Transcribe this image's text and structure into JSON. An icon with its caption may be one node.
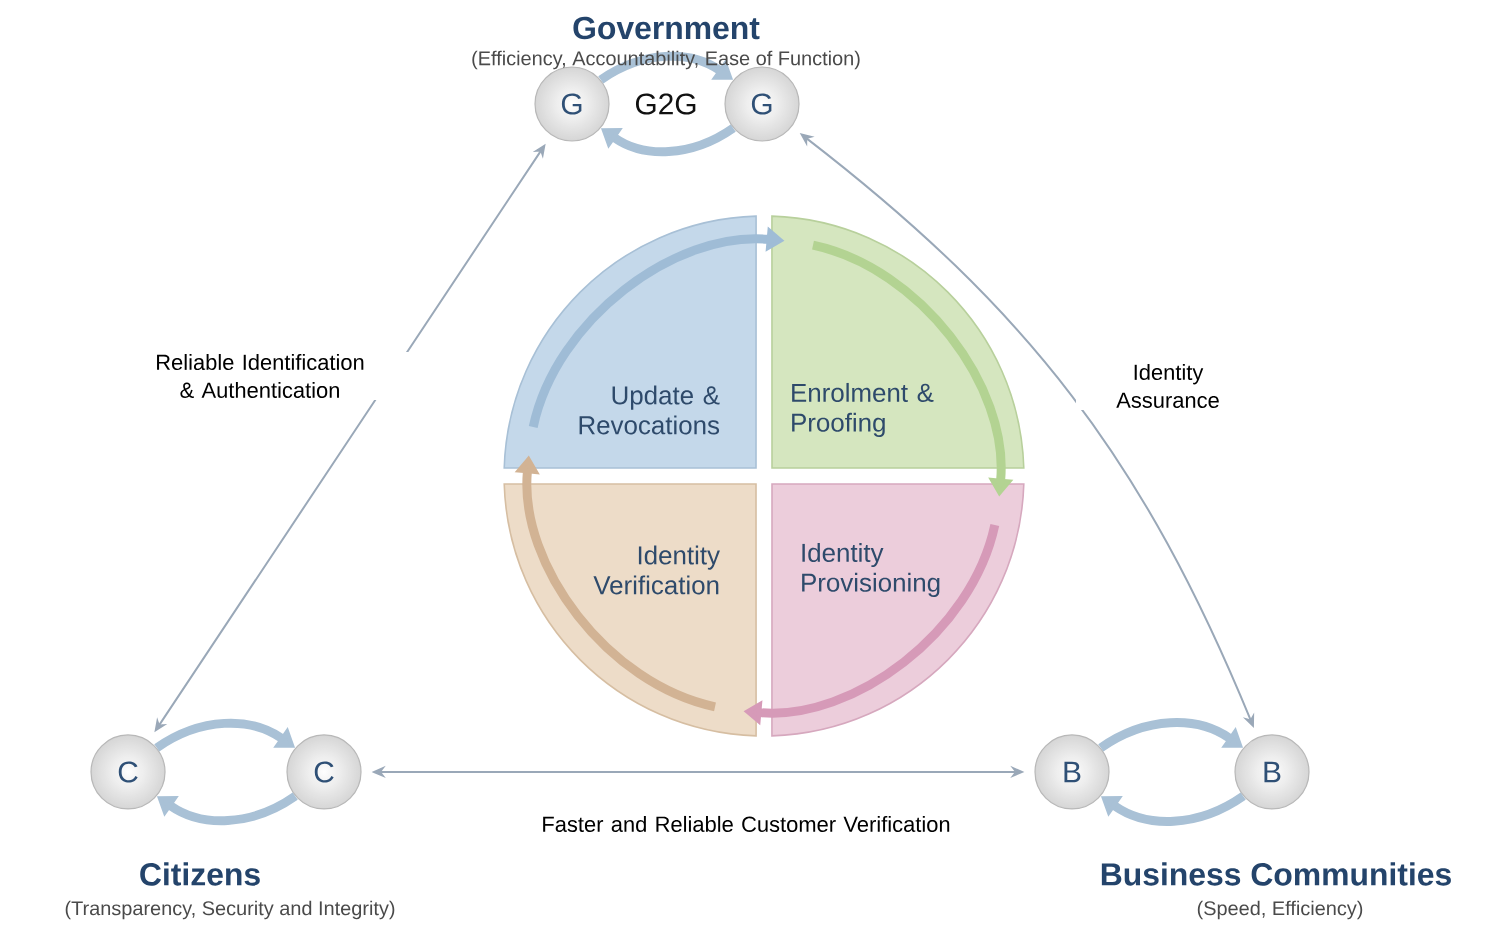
{
  "diagram": {
    "nodes": [
      {
        "text": [
          "G"
        ]
      },
      {
        "text": [
          "G"
        ]
      },
      {
        "text": [
          "C"
        ]
      },
      {
        "text": [
          "C"
        ]
      },
      {
        "text": [
          "B"
        ]
      },
      {
        "text": [
          "B"
        ]
      },
      {
        "text": [
          "Update & Revocations"
        ]
      },
      {
        "text": [
          "Enrolment & Proofing"
        ]
      },
      {
        "text": [
          "Identity Verification"
        ]
      },
      {
        "text": [
          "Identity Provisioning"
        ]
      }
    ],
    "edges": [
      {
        "from": 0,
        "to": 1,
        "arrow": "to",
        "color": "#a9c1d6"
      },
      {
        "from": 1,
        "to": 0,
        "arrow": "to",
        "color": "#a9c1d6"
      },
      {
        "from": 2,
        "to": 3,
        "arrow": "to",
        "color": "#a9c1d6"
      },
      {
        "from": 3,
        "to": 2,
        "arrow": "to",
        "color": "#a9c1d6"
      },
      {
        "from": 4,
        "to": 5,
        "arrow": "to",
        "color": "#a9c1d6"
      },
      {
        "from": 5,
        "to": 4,
        "arrow": "to",
        "color": "#a9c1d6"
      },
      {
        "from": 6,
        "to": 7,
        "arrow": "to",
        "color": "#9fbcd6"
      },
      {
        "from": 7,
        "to": 9,
        "arrow": "to",
        "color": "#b3d392"
      },
      {
        "from": 9,
        "to": 8,
        "arrow": "to",
        "color": "#d69ab8"
      },
      {
        "from": 8,
        "to": 6,
        "arrow": "to",
        "color": "#d2b394"
      },
      {
        "from": 2,
        "to": 0,
        "arrow": "both",
        "label": "Reliable Identification & Authentication"
      },
      {
        "from": 1,
        "to": 5,
        "arrow": "both",
        "label": "Identity Assurance"
      },
      {
        "from": 3,
        "to": 4,
        "arrow": "both",
        "label": "Faster and Reliable Customer Verification"
      }
    ],
    "labels": [
      "Government",
      "(Efficiency, Accountability, Ease of Function)",
      "G2G",
      "Citizens",
      "(Transparency, Security and Integrity)",
      "Business Communities",
      "(Speed, Efficiency)"
    ]
  }
}
